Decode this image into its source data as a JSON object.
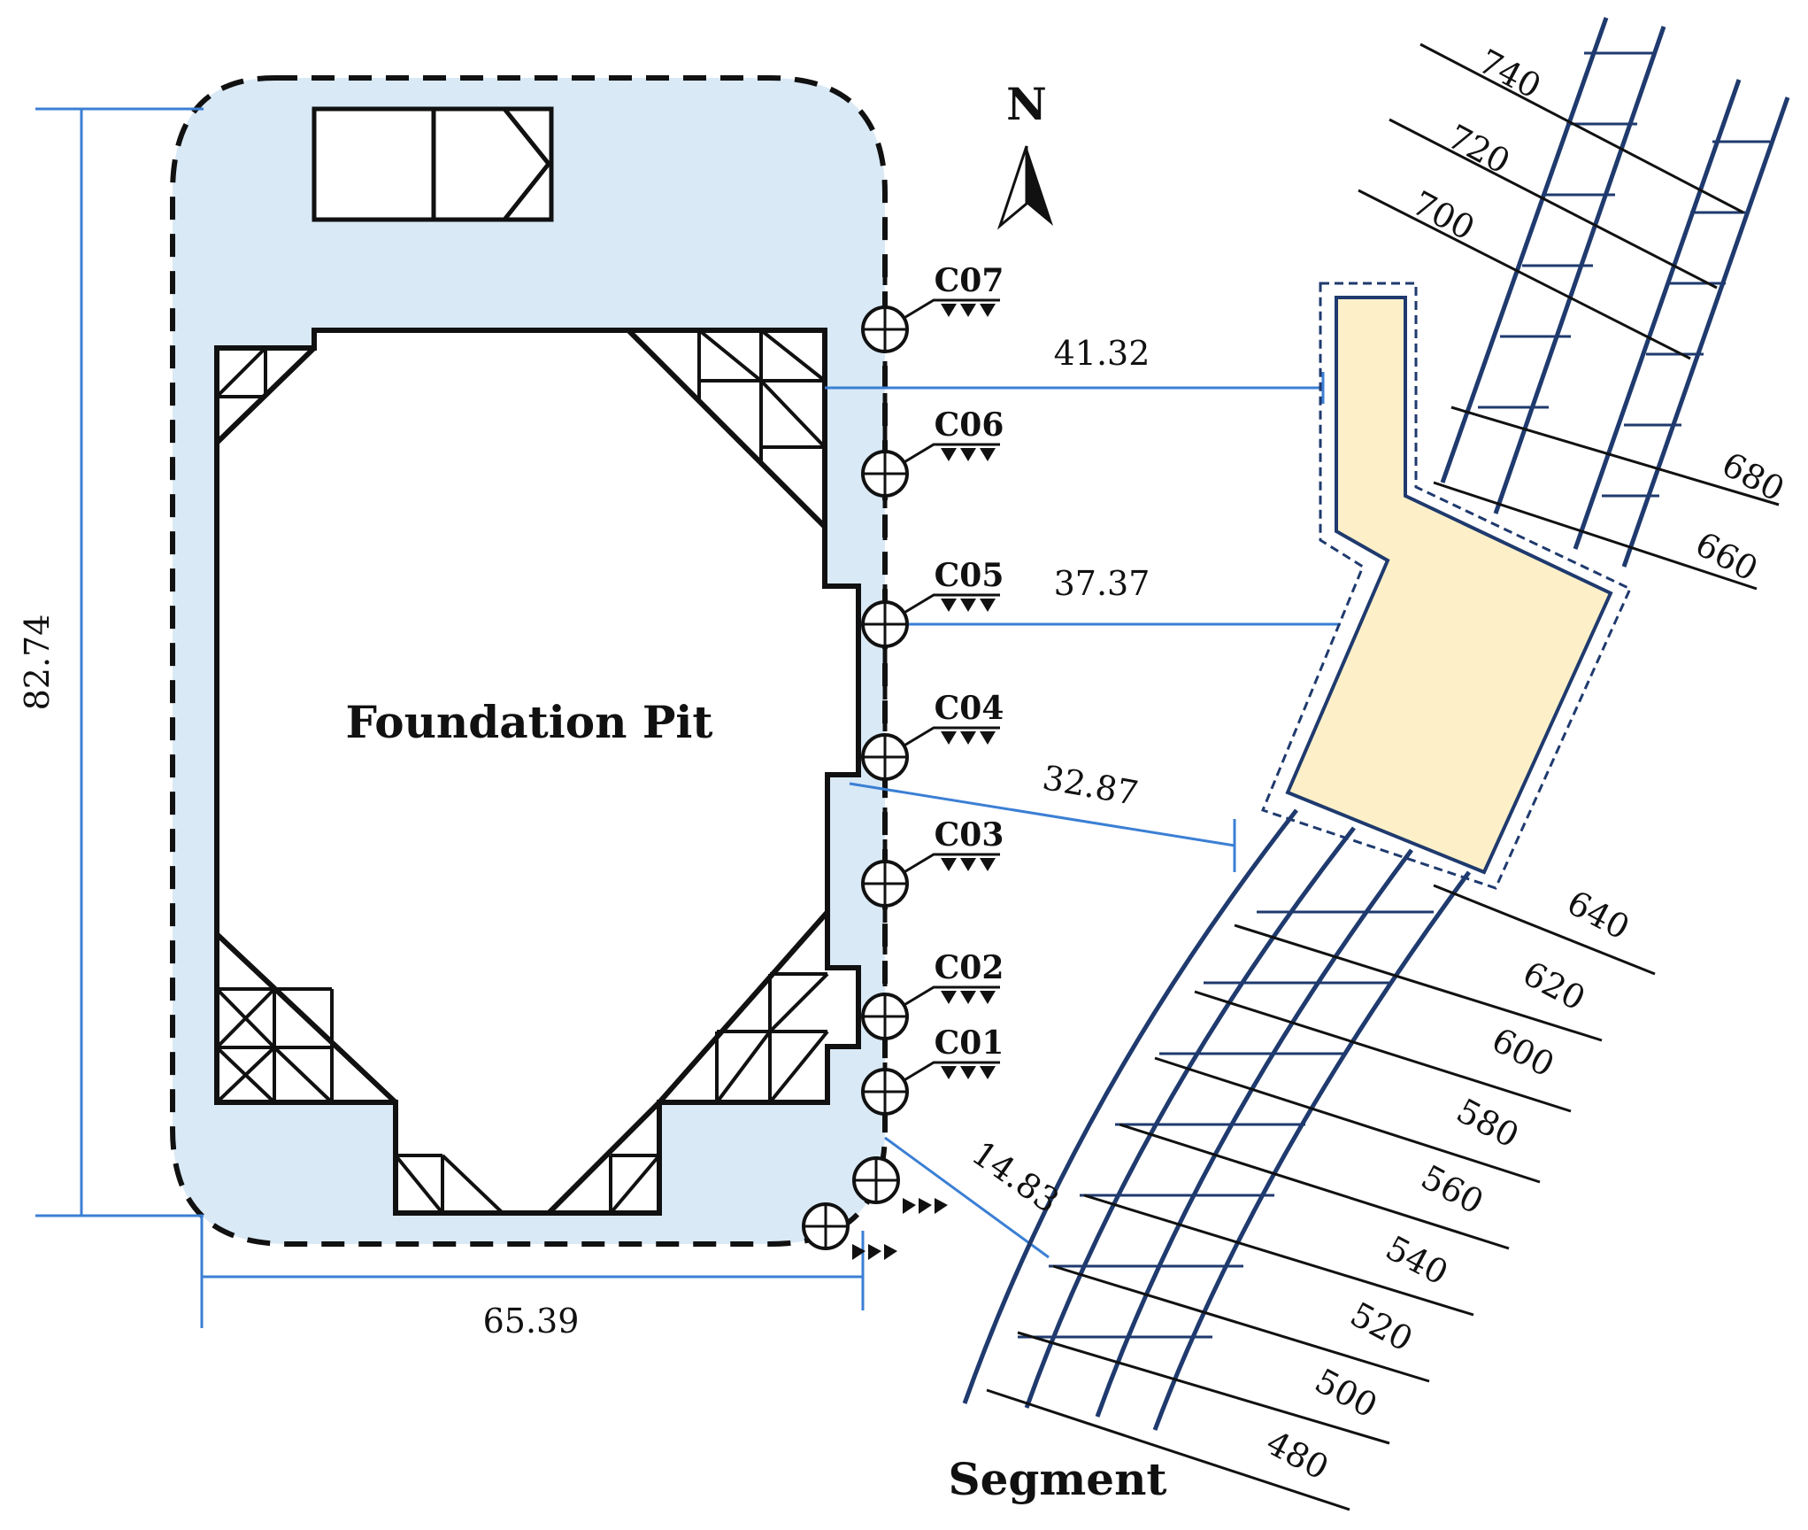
{
  "title": "",
  "labels": {
    "foundation_pit": "Foundation Pit",
    "segment": "Segment",
    "north": "N"
  },
  "dimensions": {
    "height": "82.74",
    "width": "65.39",
    "d1": "41.32",
    "d2": "37.37",
    "d3": "32.87",
    "d4": "14.83"
  },
  "sensors": [
    "C07",
    "C06",
    "C05",
    "C04",
    "C03",
    "C02",
    "C01"
  ],
  "ring_numbers": {
    "north_tunnel": [
      "740",
      "720",
      "700",
      "680",
      "660"
    ],
    "south_tunnel": [
      "640",
      "620",
      "600",
      "580",
      "560",
      "540",
      "520",
      "500",
      "480"
    ]
  },
  "colors": {
    "zone_fill": "#d9e9f6",
    "station_fill": "#fdf0c8",
    "tunnel_line": "#1f3a6e",
    "dimension_line": "#3b7fd4",
    "outline": "#111111"
  }
}
